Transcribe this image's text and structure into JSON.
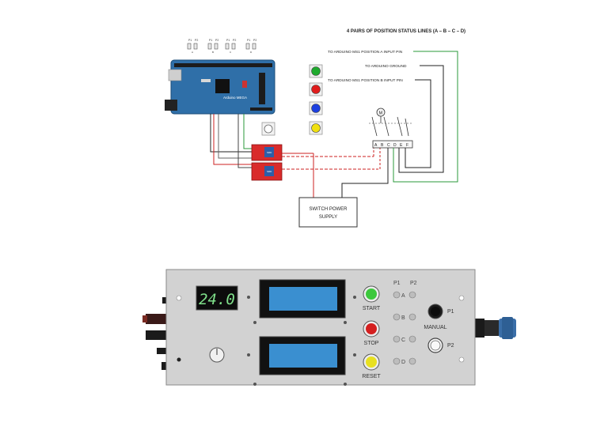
{
  "wiring": {
    "header": "4 PAIRS OF POSITION STATUS LINES (A – B – C – D)",
    "label_a_input": "TO ARDUINO MS1 POSITION A INPUT PIN",
    "label_ground": "TO ARDUINO GROUND",
    "label_b_input": "TO ARDUINO MS1 POSITION B INPUT PIN",
    "board_label": "Arduino MEGA",
    "relay_label": "SRD",
    "motor_label": "M",
    "supply_line1": "SWITCH POWER",
    "supply_line2": "SUPPLY",
    "contacts": [
      "A",
      "B",
      "C",
      "D",
      "E",
      "F"
    ],
    "connectors": [
      {
        "p1": "P1",
        "p2": "P2",
        "letter": "A"
      },
      {
        "p1": "P1",
        "p2": "P2",
        "letter": "B"
      },
      {
        "p1": "P1",
        "p2": "P2",
        "letter": "C"
      },
      {
        "p1": "P1",
        "p2": "P2",
        "letter": "D"
      }
    ],
    "led_colors": [
      "#1faa2e",
      "#e01c1c",
      "#1c3fe0",
      "#f0e010"
    ]
  },
  "panel": {
    "display_value": "24.0",
    "col_p1": "P1",
    "col_p2": "P2",
    "start_label": "START",
    "stop_label": "STOP",
    "reset_label": "RESET",
    "manual_label": "MANUAL",
    "p1_label": "P1",
    "p2_label": "P2",
    "indicator_rows": [
      "A",
      "B",
      "C",
      "D"
    ],
    "start_color": "#3cc83c",
    "stop_color": "#d42020",
    "reset_color": "#e8e020",
    "lcd_color": "#3a8fd0"
  }
}
